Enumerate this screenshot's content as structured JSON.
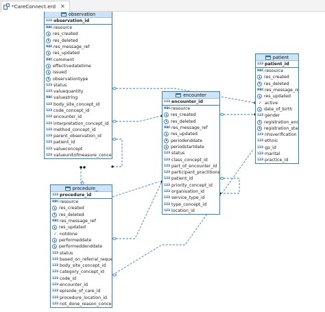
{
  "tab": {
    "label": "*CareConnect.erd",
    "close_glyph": "✕",
    "icon": "erd-diagram-icon"
  },
  "icon_types": {
    "num": "123",
    "abc": "RBC",
    "datetime": "clock-icon",
    "boolean": "check-icon"
  },
  "entities": {
    "observation": {
      "title": "observation",
      "pk": {
        "type": "num",
        "name": "observation_id"
      },
      "attributes": [
        {
          "type": "abc",
          "name": "resource"
        },
        {
          "type": "datetime",
          "name": "res_created"
        },
        {
          "type": "datetime",
          "name": "res_deleted"
        },
        {
          "type": "abc",
          "name": "res_message_ref"
        },
        {
          "type": "datetime",
          "name": "res_updated"
        },
        {
          "type": "abc",
          "name": "comment"
        },
        {
          "type": "datetime",
          "name": "effectivedatetime"
        },
        {
          "type": "datetime",
          "name": "issued"
        },
        {
          "type": "datetime",
          "name": "observationtype"
        },
        {
          "type": "num",
          "name": "status"
        },
        {
          "type": "num",
          "name": "valuequantity"
        },
        {
          "type": "abc",
          "name": "valuestring"
        },
        {
          "type": "num",
          "name": "body_site_concept_id"
        },
        {
          "type": "num",
          "name": "code_concept_id"
        },
        {
          "type": "num",
          "name": "encounter_id"
        },
        {
          "type": "num",
          "name": "interpretation_concept_id"
        },
        {
          "type": "num",
          "name": "method_concept_id"
        },
        {
          "type": "num",
          "name": "parent_observation_id"
        },
        {
          "type": "num",
          "name": "patient_id"
        },
        {
          "type": "num",
          "name": "valueconcept"
        },
        {
          "type": "num",
          "name": "valueunitofmeasure_concept_id"
        }
      ]
    },
    "patient": {
      "title": "patient",
      "pk": {
        "type": "num",
        "name": "patient_id"
      },
      "attributes": [
        {
          "type": "abc",
          "name": "resource"
        },
        {
          "type": "datetime",
          "name": "res_created"
        },
        {
          "type": "datetime",
          "name": "res_deleted"
        },
        {
          "type": "abc",
          "name": "res_message_ref"
        },
        {
          "type": "datetime",
          "name": "res_updated"
        },
        {
          "type": "boolean",
          "name": "active"
        },
        {
          "type": "datetime",
          "name": "date_of_birth"
        },
        {
          "type": "num",
          "name": "gender"
        },
        {
          "type": "datetime",
          "name": "registration_end"
        },
        {
          "type": "datetime",
          "name": "registration_start"
        },
        {
          "type": "num",
          "name": "nhsverification"
        },
        {
          "type": "num",
          "name": "ethnic"
        },
        {
          "type": "num",
          "name": "gp_id"
        },
        {
          "type": "num",
          "name": "marital"
        },
        {
          "type": "num",
          "name": "practice_id"
        }
      ]
    },
    "encounter": {
      "title": "encounter",
      "pk": {
        "type": "num",
        "name": "encounter_id"
      },
      "attributes": [
        {
          "type": "abc",
          "name": "resource"
        },
        {
          "type": "datetime",
          "name": "res_created"
        },
        {
          "type": "datetime",
          "name": "res_deleted"
        },
        {
          "type": "abc",
          "name": "res_message_ref"
        },
        {
          "type": "datetime",
          "name": "res_updated"
        },
        {
          "type": "datetime",
          "name": "periodenddate"
        },
        {
          "type": "datetime",
          "name": "periodstartdate"
        },
        {
          "type": "num",
          "name": "status"
        },
        {
          "type": "num",
          "name": "class_concept_id"
        },
        {
          "type": "num",
          "name": "part_of_encounter_id"
        },
        {
          "type": "num",
          "name": "participant_practitioner_id"
        },
        {
          "type": "num",
          "name": "patient_id"
        },
        {
          "type": "num",
          "name": "priority_concept_id"
        },
        {
          "type": "num",
          "name": "organisation_id"
        },
        {
          "type": "num",
          "name": "service_type_id"
        },
        {
          "type": "num",
          "name": "type_concept_id"
        },
        {
          "type": "num",
          "name": "location_id"
        }
      ]
    },
    "procedure": {
      "title": "procedure_",
      "pk": {
        "type": "num",
        "name": "procedure_id"
      },
      "attributes": [
        {
          "type": "abc",
          "name": "resource"
        },
        {
          "type": "datetime",
          "name": "res_created"
        },
        {
          "type": "datetime",
          "name": "res_deleted"
        },
        {
          "type": "abc",
          "name": "res_message_ref"
        },
        {
          "type": "datetime",
          "name": "res_updated"
        },
        {
          "type": "boolean",
          "name": "notdone"
        },
        {
          "type": "datetime",
          "name": "performeddate"
        },
        {
          "type": "datetime",
          "name": "performeddenddate"
        },
        {
          "type": "num",
          "name": "status"
        },
        {
          "type": "num",
          "name": "based_on_referral_request_id"
        },
        {
          "type": "num",
          "name": "body_site_concept_id"
        },
        {
          "type": "num",
          "name": "category_concept_id"
        },
        {
          "type": "num",
          "name": "code_id"
        },
        {
          "type": "num",
          "name": "encounter_id"
        },
        {
          "type": "num",
          "name": "episode_of_care_id"
        },
        {
          "type": "num",
          "name": "procedure_location_id"
        },
        {
          "type": "num",
          "name": "not_done_reason_concept_id"
        }
      ]
    }
  }
}
